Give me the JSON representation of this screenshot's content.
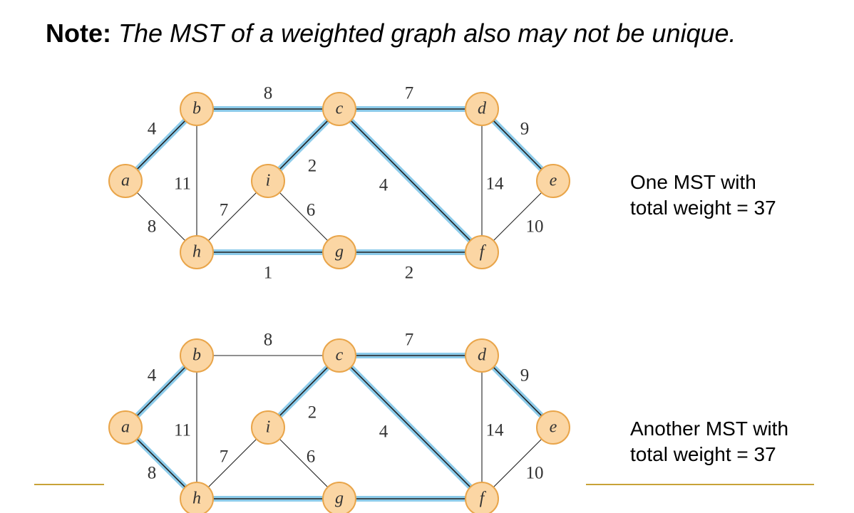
{
  "heading": {
    "prefix": "Note:",
    "text": "The MST of a weighted graph also may not be unique."
  },
  "colors": {
    "node_fill": "#fbd6a4",
    "node_stroke": "#e9a54a",
    "edge": "#222222",
    "mst_highlight": "#8ccbea",
    "rule": "#c8a238"
  },
  "vertices": [
    "a",
    "b",
    "c",
    "d",
    "e",
    "f",
    "g",
    "h",
    "i"
  ],
  "edges": [
    {
      "id": "ab",
      "u": "a",
      "v": "b",
      "w": "4"
    },
    {
      "id": "ah",
      "u": "a",
      "v": "h",
      "w": "8"
    },
    {
      "id": "bc",
      "u": "b",
      "v": "c",
      "w": "8"
    },
    {
      "id": "bh",
      "u": "b",
      "v": "h",
      "w": "11"
    },
    {
      "id": "cd",
      "u": "c",
      "v": "d",
      "w": "7"
    },
    {
      "id": "ci",
      "u": "c",
      "v": "i",
      "w": "2"
    },
    {
      "id": "cf",
      "u": "c",
      "v": "f",
      "w": "4"
    },
    {
      "id": "de",
      "u": "d",
      "v": "e",
      "w": "9"
    },
    {
      "id": "df",
      "u": "d",
      "v": "f",
      "w": "14"
    },
    {
      "id": "ef",
      "u": "e",
      "v": "f",
      "w": "10"
    },
    {
      "id": "gf",
      "u": "g",
      "v": "f",
      "w": "2"
    },
    {
      "id": "hg",
      "u": "h",
      "v": "g",
      "w": "1"
    },
    {
      "id": "hi",
      "u": "h",
      "v": "i",
      "w": "7"
    },
    {
      "id": "ig",
      "u": "i",
      "v": "g",
      "w": "6"
    }
  ],
  "graphs": [
    {
      "caption_line1": "One MST with",
      "caption_line2": "total weight = 37",
      "mst_edges": [
        "ab",
        "bc",
        "cd",
        "ci",
        "cf",
        "de",
        "gf",
        "hg"
      ]
    },
    {
      "caption_line1": "Another MST with",
      "caption_line2": "total weight = 37",
      "mst_edges": [
        "ab",
        "ah",
        "cd",
        "ci",
        "cf",
        "de",
        "gf",
        "hg"
      ]
    }
  ]
}
